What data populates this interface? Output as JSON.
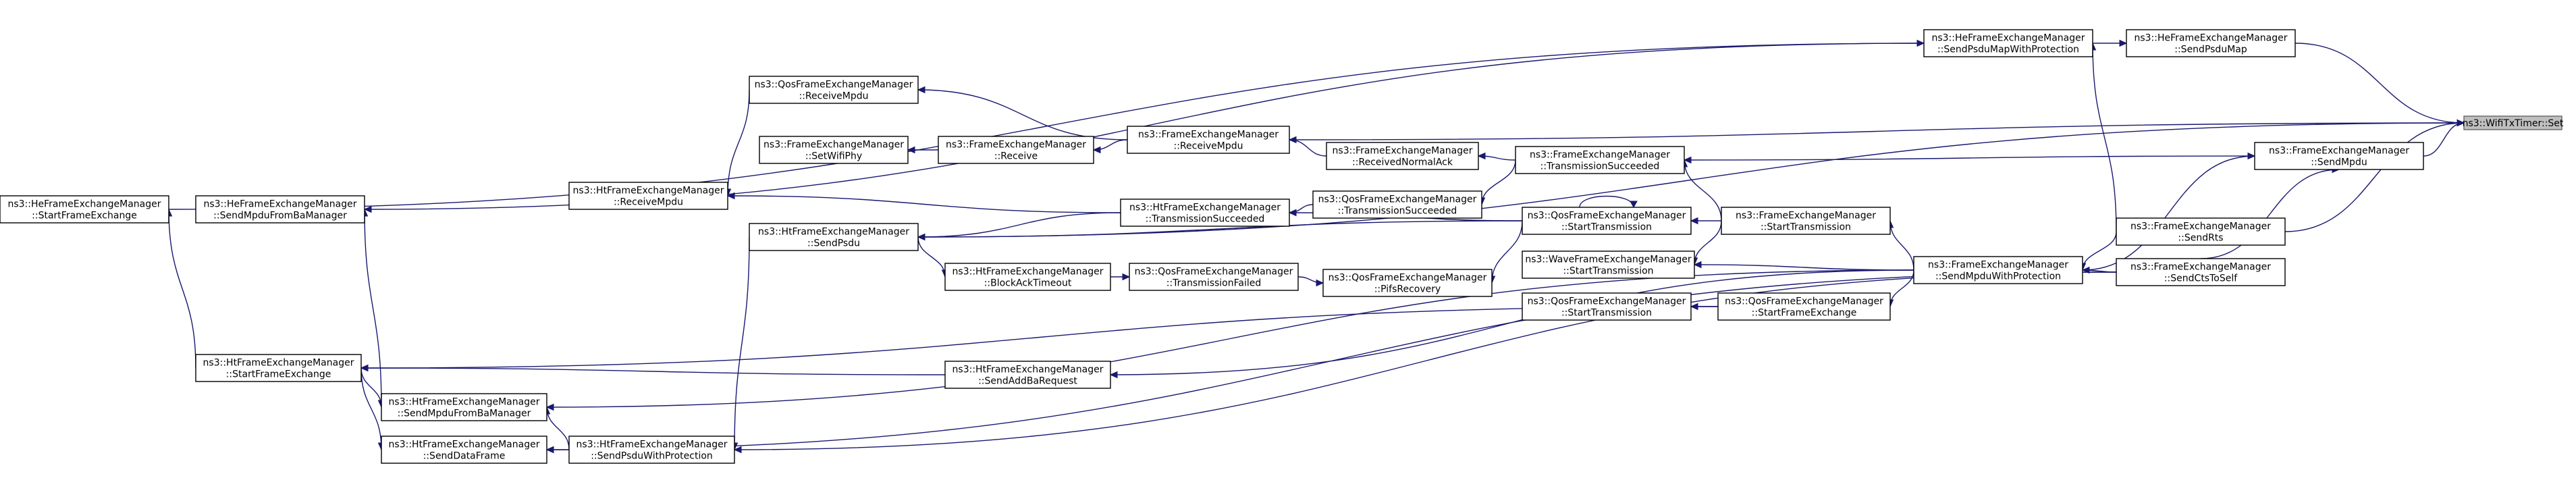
{
  "nodes": {
    "n_root": [
      "ns3::WifiTxTimer::Set"
    ],
    "n_heSendPsduMap": [
      "ns3::HeFrameExchangeManager",
      "::SendPsduMap"
    ],
    "n_heSendPsduMapWP": [
      "ns3::HeFrameExchangeManager",
      "::SendPsduMapWithProtection"
    ],
    "n_heStartFE": [
      "ns3::HeFrameExchangeManager",
      "::StartFrameExchange"
    ],
    "n_heSendMpduFromBa": [
      "ns3::HeFrameExchangeManager",
      "::SendMpduFromBaManager"
    ],
    "n_qosReceiveMpdu": [
      "ns3::QosFrameExchangeManager",
      "::ReceiveMpdu"
    ],
    "n_fSetWifiPhy": [
      "ns3::FrameExchangeManager",
      "::SetWifiPhy"
    ],
    "n_fReceive": [
      "ns3::FrameExchangeManager",
      "::Receive"
    ],
    "n_fReceiveMpdu": [
      "ns3::FrameExchangeManager",
      "::ReceiveMpdu"
    ],
    "n_fReceivedNormalAck": [
      "ns3::FrameExchangeManager",
      "::ReceivedNormalAck"
    ],
    "n_fTxSucceeded": [
      "ns3::FrameExchangeManager",
      "::TransmissionSucceeded"
    ],
    "n_fSendMpdu": [
      "ns3::FrameExchangeManager",
      "::SendMpdu"
    ],
    "n_htReceiveMpdu": [
      "ns3::HtFrameExchangeManager",
      "::ReceiveMpdu"
    ],
    "n_htTxSucceeded": [
      "ns3::HtFrameExchangeManager",
      "::TransmissionSucceeded"
    ],
    "n_qosTxSucceeded": [
      "ns3::QosFrameExchangeManager",
      "::TransmissionSucceeded"
    ],
    "n_qosStartTx": [
      "ns3::QosFrameExchangeManager",
      "::StartTransmission"
    ],
    "n_fStartTx": [
      "ns3::FrameExchangeManager",
      "::StartTransmission"
    ],
    "n_fSendRts": [
      "ns3::FrameExchangeManager",
      "::SendRts"
    ],
    "n_htSendPsdu": [
      "ns3::HtFrameExchangeManager",
      "::SendPsdu"
    ],
    "n_htBlockAckTimeout": [
      "ns3::HtFrameExchangeManager",
      "::BlockAckTimeout"
    ],
    "n_qosTxFailed": [
      "ns3::QosFrameExchangeManager",
      "::TransmissionFailed"
    ],
    "n_qosPifsRecovery": [
      "ns3::QosFrameExchangeManager",
      "::PifsRecovery"
    ],
    "n_waveStartTx": [
      "ns3::WaveFrameExchangeManager",
      "::StartTransmission"
    ],
    "n_fSendMpduWP": [
      "ns3::FrameExchangeManager",
      "::SendMpduWithProtection"
    ],
    "n_fSendCtsToSelf": [
      "ns3::FrameExchangeManager",
      "::SendCtsToSelf"
    ],
    "n_qosStartTx2": [
      "ns3::QosFrameExchangeManager",
      "::StartTransmission"
    ],
    "n_qosStartFE": [
      "ns3::QosFrameExchangeManager",
      "::StartFrameExchange"
    ],
    "n_htStartFE": [
      "ns3::HtFrameExchangeManager",
      "::StartFrameExchange"
    ],
    "n_htSendAddBa": [
      "ns3::HtFrameExchangeManager",
      "::SendAddBaRequest"
    ],
    "n_htSendMpduFromBa": [
      "ns3::HtFrameExchangeManager",
      "::SendMpduFromBaManager"
    ],
    "n_htSendDataFrame": [
      "ns3::HtFrameExchangeManager",
      "::SendDataFrame"
    ],
    "n_htSendPsduWP": [
      "ns3::HtFrameExchangeManager",
      "::SendPsduWithProtection"
    ]
  },
  "edges": [
    [
      "n_heSendPsduMap",
      "n_root"
    ],
    [
      "n_heSendPsduMapWP",
      "n_heSendPsduMap"
    ],
    [
      "n_heStartFE",
      "n_heSendPsduMapWP"
    ],
    [
      "n_fSendMpdu",
      "n_root"
    ],
    [
      "n_fSendRts",
      "n_root"
    ],
    [
      "n_fSendCtsToSelf",
      "n_fSendMpdu"
    ],
    [
      "n_htSendPsdu",
      "n_root"
    ],
    [
      "n_fReceiveMpdu",
      "n_root"
    ],
    [
      "n_fSendMpdu",
      "n_fTxSucceeded"
    ],
    [
      "n_fSendMpduWP",
      "n_fSendMpdu"
    ],
    [
      "n_fSendRts",
      "n_heSendPsduMapWP"
    ],
    [
      "n_fSendRts",
      "n_fSendMpduWP"
    ],
    [
      "n_fSendCtsToSelf",
      "n_fSendMpduWP"
    ],
    [
      "n_fSendCtsToSelf",
      "n_htSendPsduWP"
    ],
    [
      "n_fSendCtsToSelf",
      "n_htSendDataFrame"
    ],
    [
      "n_fStartTx",
      "n_fTxSucceeded"
    ],
    [
      "n_fStartTx",
      "n_qosStartTx"
    ],
    [
      "n_fStartTx",
      "n_waveStartTx"
    ],
    [
      "n_fSendMpduWP",
      "n_fStartTx"
    ],
    [
      "n_fSendMpduWP",
      "n_waveStartTx"
    ],
    [
      "n_fSendMpduWP",
      "n_qosStartFE"
    ],
    [
      "n_fSendMpduWP",
      "n_htSendAddBa"
    ],
    [
      "n_fSendMpduWP",
      "n_htSendMpduFromBa"
    ],
    [
      "n_qosStartFE",
      "n_qosStartTx2"
    ],
    [
      "n_qosStartFE",
      "n_htStartFE"
    ],
    [
      "n_qosStartTx",
      "n_qosStartTx"
    ],
    [
      "n_qosStartTx",
      "n_qosPifsRecovery"
    ],
    [
      "n_qosStartTx",
      "n_htTxSucceeded"
    ],
    [
      "n_qosStartTx",
      "n_htSendPsdu"
    ],
    [
      "n_fTxSucceeded",
      "n_fReceivedNormalAck"
    ],
    [
      "n_fTxSucceeded",
      "n_qosTxSucceeded"
    ],
    [
      "n_fReceivedNormalAck",
      "n_fReceiveMpdu"
    ],
    [
      "n_qosTxSucceeded",
      "n_htTxSucceeded"
    ],
    [
      "n_fReceiveMpdu",
      "n_fReceive"
    ],
    [
      "n_fReceiveMpdu",
      "n_qosReceiveMpdu"
    ],
    [
      "n_fReceive",
      "n_fSetWifiPhy"
    ],
    [
      "n_qosReceiveMpdu",
      "n_htReceiveMpdu"
    ],
    [
      "n_htTxSucceeded",
      "n_htReceiveMpdu"
    ],
    [
      "n_htTxSucceeded",
      "n_htSendPsdu"
    ],
    [
      "n_htSendPsdu",
      "n_htBlockAckTimeout"
    ],
    [
      "n_htSendPsdu",
      "n_htSendPsduWP"
    ],
    [
      "n_htBlockAckTimeout",
      "n_qosTxFailed"
    ],
    [
      "n_qosTxFailed",
      "n_qosPifsRecovery"
    ],
    [
      "n_htSendAddBa",
      "n_htStartFE"
    ],
    [
      "n_htStartFE",
      "n_heStartFE"
    ],
    [
      "n_htStartFE",
      "n_htSendMpduFromBa"
    ],
    [
      "n_htStartFE",
      "n_htSendDataFrame"
    ],
    [
      "n_htSendMpduFromBa",
      "n_heSendMpduFromBa"
    ],
    [
      "n_htSendPsduWP",
      "n_htSendMpduFromBa"
    ],
    [
      "n_htSendPsduWP",
      "n_htSendDataFrame"
    ],
    [
      "n_heSendPsduMapWP",
      "n_heSendMpduFromBa"
    ]
  ]
}
